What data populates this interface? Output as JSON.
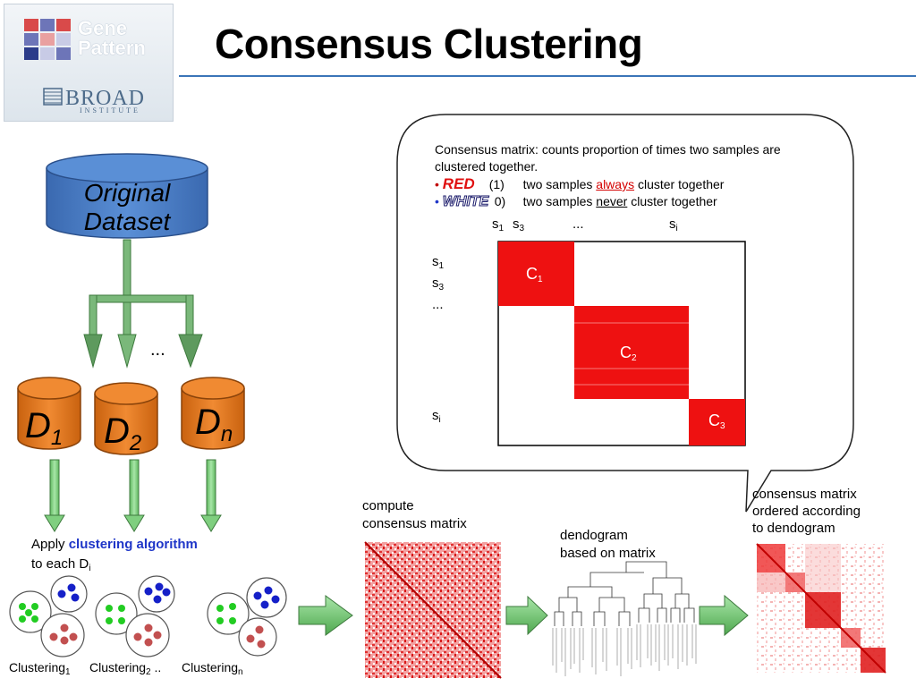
{
  "title": "Consensus Clustering",
  "logo": {
    "line1": "Gene",
    "line2": "Pattern",
    "broad": "BROAD",
    "institute": "INSTITUTE"
  },
  "original_dataset": {
    "line1": "Original",
    "line2": "Dataset"
  },
  "datasets": [
    {
      "letter": "D",
      "sub": "1"
    },
    {
      "letter": "D",
      "sub": "2"
    },
    {
      "letter": "D",
      "sub": "n"
    }
  ],
  "ellipsis": "...",
  "apply": {
    "prefix": "Apply ",
    "highlight": "clustering algorithm",
    "line2": "to each D",
    "line2_sub": "i"
  },
  "clusterings": [
    {
      "label": "Clustering",
      "sub": "1",
      "suffix": ""
    },
    {
      "label": "Clustering",
      "sub": "2",
      "suffix": " .."
    },
    {
      "label": "Clustering",
      "sub": "n",
      "suffix": ""
    }
  ],
  "bubble": {
    "line1": "Consensus matrix: counts proportion of times two samples are",
    "line2": "clustered together.",
    "red_word": "RED",
    "red_value": "(1)",
    "red_desc_pre": "two samples ",
    "red_desc_em": "always",
    "red_desc_post": " cluster together",
    "white_word": "WHITE",
    "white_value": "0)",
    "white_desc_pre": "two samples ",
    "white_desc_em": "never",
    "white_desc_post": " cluster together",
    "col_labels": [
      {
        "t": "s",
        "sub": "1"
      },
      {
        "t": "s",
        "sub": "3"
      },
      {
        "t": "...",
        "sub": ""
      },
      {
        "t": "s",
        "sub": "i"
      }
    ],
    "row_labels": [
      {
        "t": "s",
        "sub": "1"
      },
      {
        "t": "s",
        "sub": "3"
      },
      {
        "t": "...",
        "sub": ""
      },
      {
        "t": "s",
        "sub": "i"
      }
    ],
    "clusters": [
      {
        "t": "C",
        "sub": "1"
      },
      {
        "t": "C",
        "sub": "2"
      },
      {
        "t": "C",
        "sub": "3"
      }
    ]
  },
  "step_labels": {
    "compute_1": "compute",
    "compute_2": "consensus matrix",
    "dendo_1": "dendogram",
    "dendo_2": "based on matrix",
    "ordered_1": "consensus matrix",
    "ordered_2": "ordered according",
    "ordered_3": "to dendogram"
  },
  "colors": {
    "dataset_blue": "#4a7ec8",
    "cylinder_orange": "#e07a22",
    "arrow_green": "#7fcf7f",
    "cluster_red": "#ee1111",
    "accent_blue": "#1f36c8"
  }
}
